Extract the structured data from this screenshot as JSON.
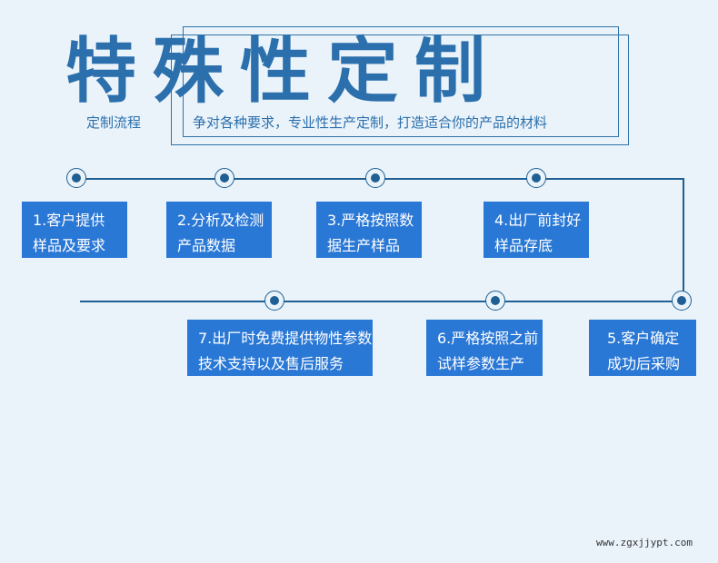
{
  "header": {
    "title": "特殊性定制",
    "label": "定制流程",
    "slogan": "争对各种要求，专业性生产定制，打造适合你的产品的材料"
  },
  "steps": [
    {
      "line1": "1.客户提供",
      "line2": "样品及要求"
    },
    {
      "line1": "2.分析及检测",
      "line2": "产品数据"
    },
    {
      "line1": "3.严格按照数",
      "line2": "据生产样品"
    },
    {
      "line1": "4.出厂前封好",
      "line2": "样品存底"
    },
    {
      "line1": "5.客户确定",
      "line2": "成功后采购"
    },
    {
      "line1": "6.严格按照之前",
      "line2": "试样参数生产"
    },
    {
      "line1": "7.出厂时免费提供物性参数",
      "line2": "技术支持以及售后服务"
    }
  ],
  "watermark": "www.zgxjjypt.com"
}
